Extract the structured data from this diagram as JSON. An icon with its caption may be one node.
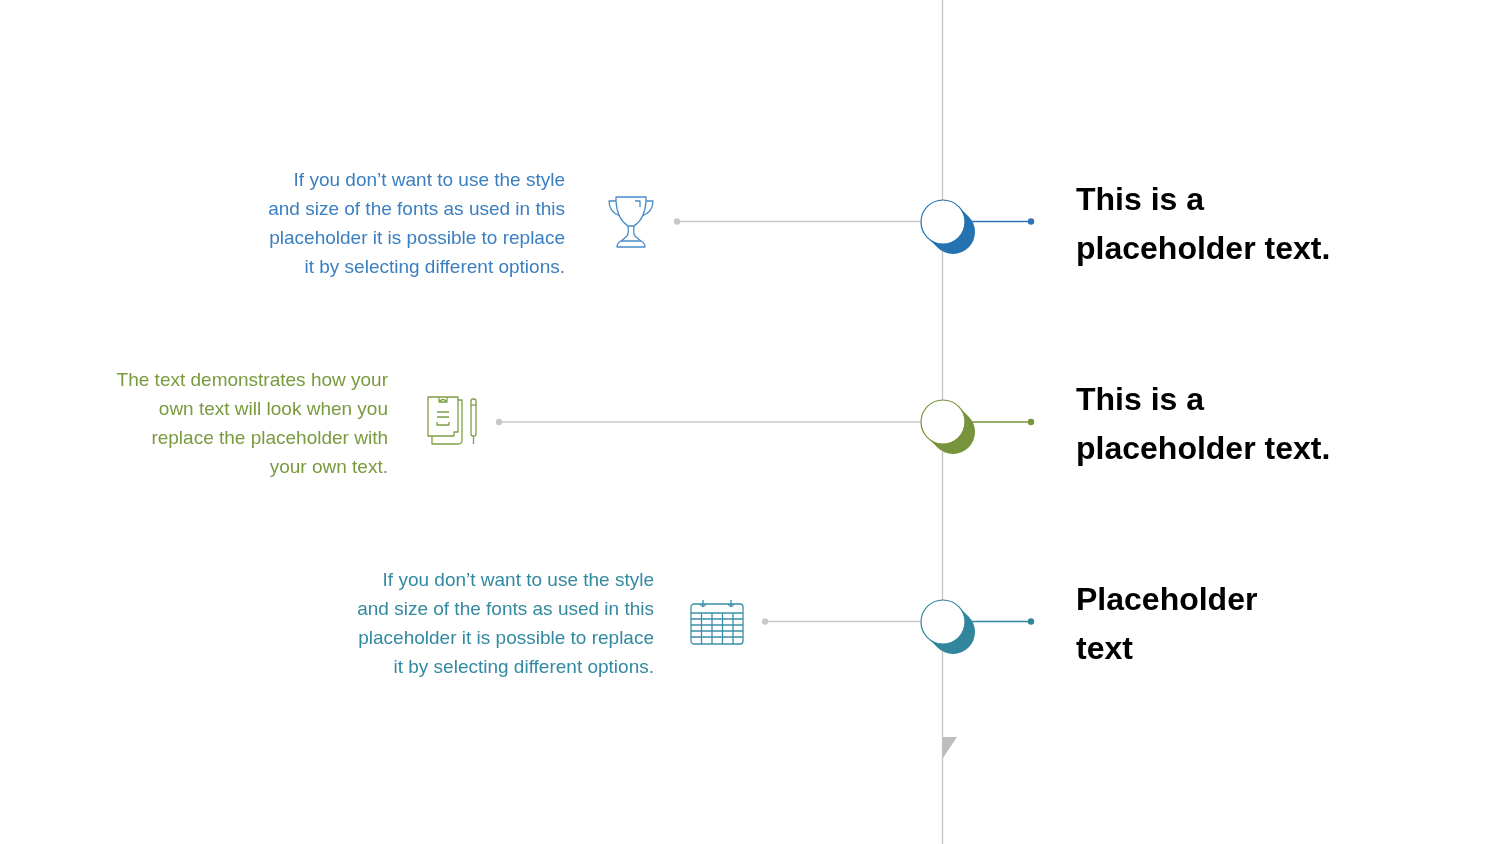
{
  "diagram": {
    "nodes": [
      {
        "text": [],
        "shape": "picture",
        "beside": [
          "If you don’t want to use the style and size of the fonts as used in this placeholder it is possible to replace it by selecting different options."
        ]
      },
      {
        "text": [],
        "shape": "circle"
      },
      {
        "text": [
          "This is a placeholder text."
        ]
      },
      {
        "text": [],
        "shape": "picture",
        "beside": [
          "The text demonstrates how your own text will look when you replace the placeholder with your own text."
        ]
      },
      {
        "text": [],
        "shape": "circle"
      },
      {
        "text": [
          "This is a placeholder text."
        ]
      },
      {
        "text": [],
        "shape": "picture",
        "beside": [
          "If you don’t want to use the style and size of the fonts as used in this placeholder it is possible to replace it by selecting different options."
        ]
      },
      {
        "text": [],
        "shape": "circle"
      },
      {
        "text": [
          "Placeholder text"
        ]
      }
    ],
    "edges": [
      {
        "from": 1,
        "to": 0,
        "arrow": "other"
      },
      {
        "from": 1,
        "to": 2,
        "arrow": "other",
        "color": "#2e75b6"
      },
      {
        "from": 4,
        "to": 3,
        "arrow": "other"
      },
      {
        "from": 4,
        "to": 5,
        "arrow": "other",
        "color": "#77933c"
      },
      {
        "from": 7,
        "to": 6,
        "arrow": "other"
      },
      {
        "from": 7,
        "to": 8,
        "arrow": "other",
        "color": "#31859c"
      }
    ]
  }
}
